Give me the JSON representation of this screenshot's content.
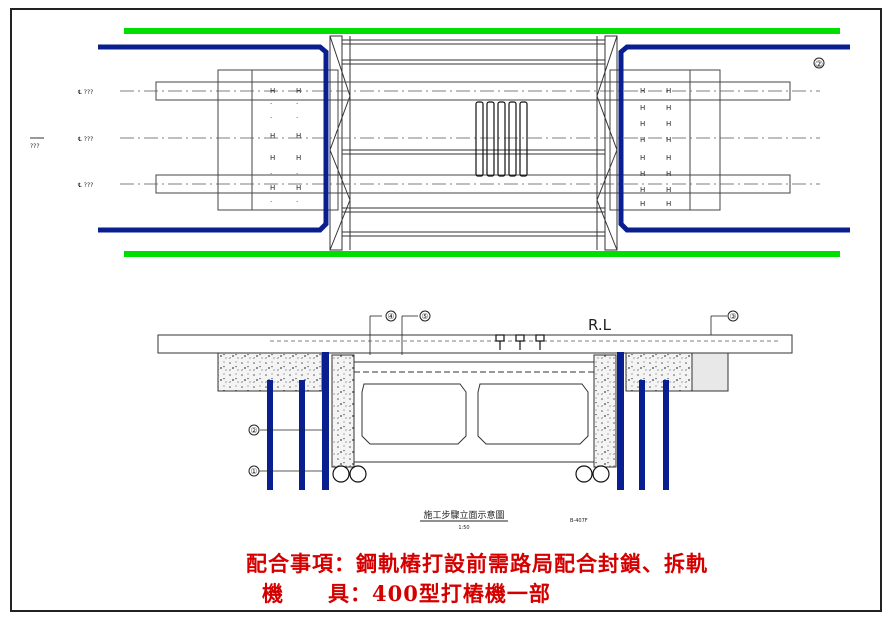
{
  "drawing": {
    "rl_label": "R.L",
    "section_title": "施工步驟立面示意圖",
    "section_scale": "1:50",
    "section_note": "B-407F",
    "callouts": [
      "①",
      "②",
      "③",
      "④",
      "⑤"
    ],
    "axis_labels": [
      "℄ ???",
      "℄ ???",
      "℄ ???"
    ],
    "side_tag": "???"
  },
  "notes": {
    "line1": "配合事項：鋼軌樁打設前需路局配合封鎖、拆軌",
    "line2": "機　　具：400型打樁機一部"
  },
  "colors": {
    "rail": "#00dd00",
    "sheet_pile": "#0a1f8f",
    "notes": "#d40000"
  }
}
